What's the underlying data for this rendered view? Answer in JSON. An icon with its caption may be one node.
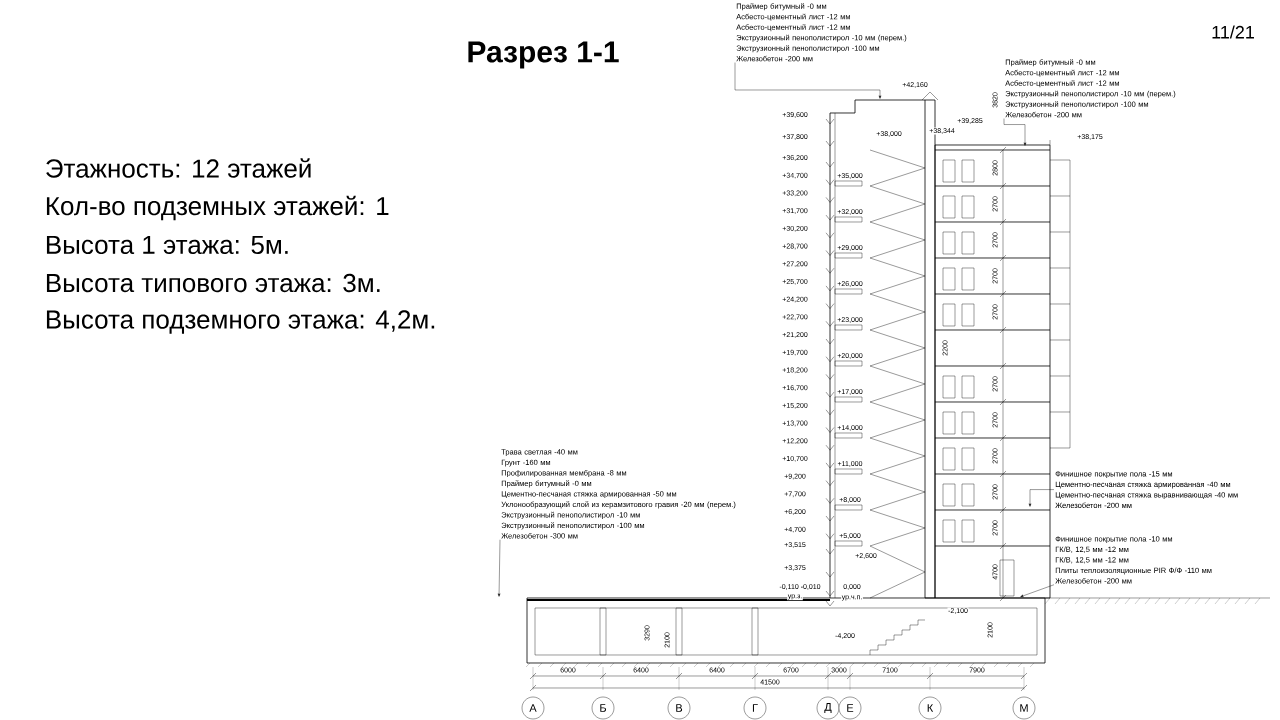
{
  "diagram": {
    "title": "Разрез 1-1",
    "nodes": [
      {
        "text": [
          "Праймер битумный -0 мм",
          "Асбесто-цементный лист -12 мм",
          "Асбесто-цементный лист -12 мм",
          "Экструзионный пенополистирол -10 мм (перем.)",
          "Экструзионный пенополистирол -100 мм",
          "Железобетон -200 мм"
        ]
      },
      {
        "text": [
          "Праймер битумный -0 мм",
          "Асбесто-цементный лист -12 мм",
          "Асбесто-цементный лист -12 мм",
          "Экструзионный пенополистирол -10 мм (перем.)",
          "Экструзионный пенополистирол -100 мм",
          "Железобетон -200 мм"
        ]
      },
      {
        "text": [
          "Трава светлая -40 мм",
          "Грунт -160 мм",
          "Профилированная мембрана -8 мм",
          "Праймер битумный -0 мм",
          "Цементно-песчаная стяжка армированная -50 мм",
          "Уклонообразующий слой из керамзитового гравия -20 мм (перем.)",
          "Экструзионный пенополистирол -10 мм",
          "Экструзионный пенополистирол -100 мм",
          "Железобетон -300 мм"
        ]
      },
      {
        "text": [
          "Финишное покрытие пола -15 мм",
          "Цементно-песчаная стяжка армированная -40 мм",
          "Цементно-песчаная стяжка выравнивающая -40 мм",
          "Железобетон -200 мм"
        ]
      },
      {
        "text": [
          "Финишное покрытие пола -10 мм",
          "ГК/В, 12,5 мм -12 мм",
          "ГК/В, 12,5 мм -12 мм",
          "Плиты теплоизоляционные PIR Ф/Ф -110 мм",
          "Железобетон -200 мм"
        ]
      },
      {
        "text": [
          "А"
        ]
      },
      {
        "text": [
          "Б"
        ]
      },
      {
        "text": [
          "В"
        ]
      },
      {
        "text": [
          "Г"
        ]
      },
      {
        "text": [
          "Д"
        ]
      },
      {
        "text": [
          "Е"
        ]
      },
      {
        "text": [
          "К"
        ]
      },
      {
        "text": [
          "М"
        ]
      }
    ],
    "edges": [
      {
        "from": 0,
        "to": null,
        "arrow": "to"
      },
      {
        "from": 1,
        "to": null,
        "arrow": "to"
      },
      {
        "from": 2,
        "to": null,
        "arrow": "to"
      },
      {
        "from": 3,
        "to": null,
        "arrow": "to"
      },
      {
        "from": 4,
        "to": null,
        "arrow": "to"
      }
    ],
    "labels": [
      "11/21",
      "Этажность: 12 этажей",
      "Кол-во подземных этажей: 1",
      "Высота 1 этажа: 5м.",
      "Высота типового этажа: 3м.",
      "Высота подземного этажа: 4,2м.",
      "+39,600",
      "+37,800",
      "+36,200",
      "+34,700",
      "+33,200",
      "+31,700",
      "+30,200",
      "+28,700",
      "+27,200",
      "+25,700",
      "+24,200",
      "+22,700",
      "+21,200",
      "+19,700",
      "+18,200",
      "+16,700",
      "+15,200",
      "+13,700",
      "+12,200",
      "+10,700",
      "+9,200",
      "+7,700",
      "+6,200",
      "+4,700",
      "+3,515",
      "+3,375",
      "-0,110 -0,010",
      "ур.з.",
      "+42,160",
      "+39,285",
      "+38,344",
      "+38,000",
      "+38,175",
      "+35,000",
      "+32,000",
      "+29,000",
      "+26,000",
      "+23,000",
      "+20,000",
      "+17,000",
      "+14,000",
      "+11,000",
      "+8,000",
      "+5,000",
      "+2,600",
      "0,000",
      "ур.ч.п.",
      "-2,100",
      "-4,200",
      "3820",
      "2800",
      "2700",
      "2700",
      "2700",
      "2700",
      "2700",
      "2700",
      "2700",
      "2700",
      "2700",
      "2200",
      "4700",
      "3290",
      "2100",
      "2100",
      "6000",
      "6400",
      "6400",
      "6700",
      "3000",
      "7100",
      "7900",
      "41500"
    ]
  }
}
